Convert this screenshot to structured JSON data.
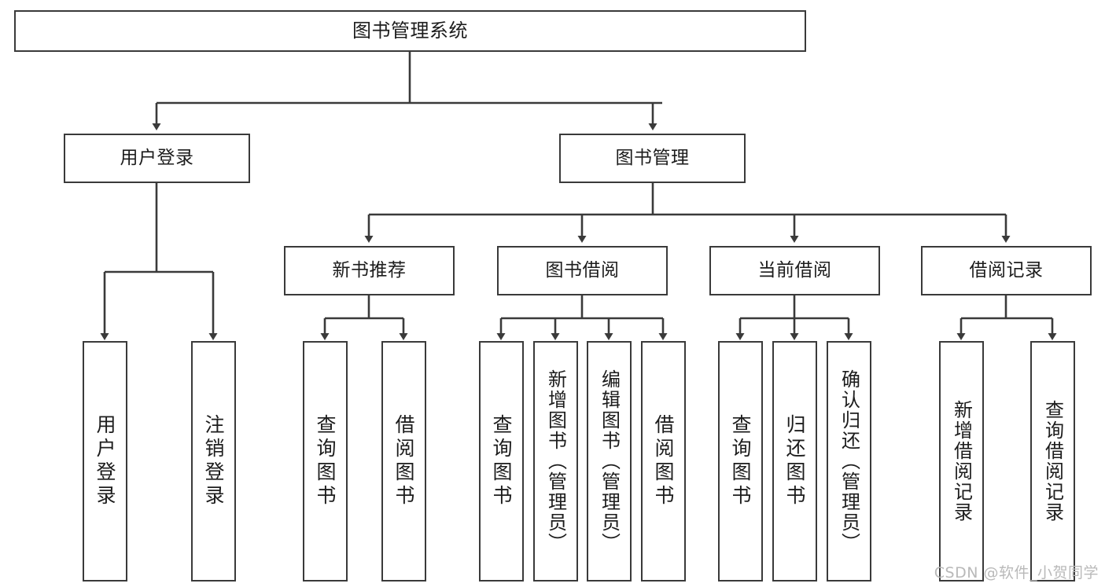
{
  "diagram": {
    "type": "tree",
    "title": "图书管理系统",
    "orientation": "top-down",
    "edge_color": "#3a3a3a",
    "box_border_color": "#3a3a3a",
    "box_fill_color": "#ffffff",
    "text_color": "#1c1c1c"
  },
  "root": {
    "label": "图书管理系统"
  },
  "level2": [
    {
      "label": "用户登录"
    },
    {
      "label": "图书管理"
    }
  ],
  "level3": [
    {
      "label": "新书推荐"
    },
    {
      "label": "图书借阅"
    },
    {
      "label": "当前借阅"
    },
    {
      "label": "借阅记录"
    }
  ],
  "leaves": {
    "user_login": [
      {
        "label": "用户登录"
      },
      {
        "label": "注销登录"
      }
    ],
    "new_book_recommend": [
      {
        "label": "查询图书"
      },
      {
        "label": "借阅图书"
      }
    ],
    "book_borrow": [
      {
        "label": "查询图书"
      },
      {
        "label": "新增图书（管理员）"
      },
      {
        "label": "编辑图书（管理员）"
      },
      {
        "label": "借阅图书"
      }
    ],
    "current_borrow": [
      {
        "label": "查询图书"
      },
      {
        "label": "归还图书"
      },
      {
        "label": "确认归还（管理员）"
      }
    ],
    "borrow_record": [
      {
        "label": "新增借阅记录"
      },
      {
        "label": "查询借阅记录"
      }
    ]
  },
  "watermark": {
    "text": "CSDN @软件_小贺同学"
  }
}
